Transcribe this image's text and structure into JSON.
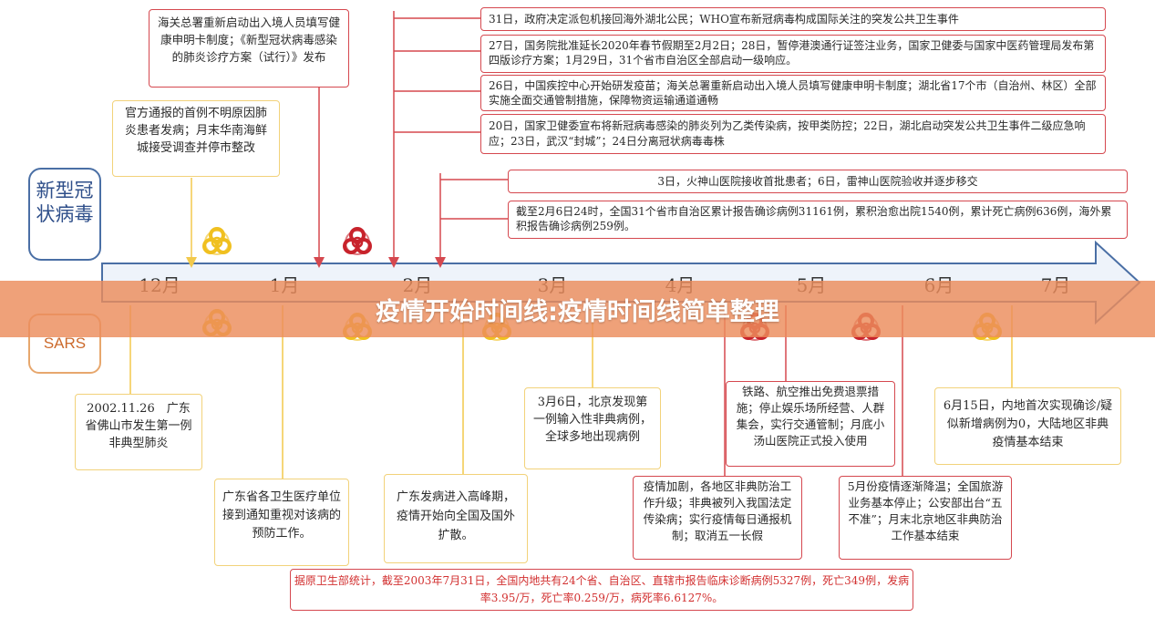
{
  "labels": {
    "new_virus": "新型冠状病毒",
    "sars": "SARS"
  },
  "months": [
    "12月",
    "1月",
    "2月",
    "3月",
    "4月",
    "5月",
    "6月",
    "7月"
  ],
  "title_banner": "疫情开始时间线:疫情时间线简单整理",
  "covid_events": {
    "e_dec_notice": "官方通报的首例不明原因肺炎患者发病；月末华南海鲜城接受调查并停市整改",
    "e_jan_customs": "海关总署重新启动出入境人员填写健康申明卡制度；《新型冠状病毒感染的肺炎诊疗方案（试行）》发布",
    "e_31": "31日，政府决定派包机接回海外湖北公民；WHO宣布新冠病毒构成国际关注的突发公共卫生事件",
    "e_27": "27日，国务院批准延长2020年春节假期至2月2日；28日，暂停港澳通行证签注业务，国家卫健委与国家中医药管理局发布第四版诊疗方案；1月29日，31个省市自治区全部启动一级响应。",
    "e_26": "26日，中国疾控中心开始研发疫苗；海关总署重新启动出入境人员填写健康申明卡制度；湖北省17个市（自治州、林区）全部实施全面交通管制措施，保障物资运输通道通畅",
    "e_20": "20日，国家卫健委宣布将新冠病毒感染的肺炎列为乙类传染病，按甲类防控；22日，湖北启动突发公共卫生事件二级应急响应；23日，武汉“封城”；24日分离冠状病毒毒株",
    "e_feb3": "3日，火神山医院接收首批患者；6日，雷神山医院验收并逐步移交",
    "e_feb6": "截至2月6日24时，全国31个省市自治区累计报告确诊病例31161例，累积治愈出院1540例，累计死亡病例636例，海外累积报告确诊病例259例。"
  },
  "sars_events": {
    "s_first": "2002.11.26　广东省佛山市发生第一例非典型肺炎",
    "s_guangdong": "广东省各卫生医疗单位接到通知重视对该病的预防工作。",
    "s_peak": "广东发病进入高峰期，疫情开始向全国及国外扩散。",
    "s_beijing": "3月6日，北京发现第一例输入性非典病例，全球多地出现病例",
    "s_april": "疫情加剧，各地区非典防治工作升级；非典被列入我国法定传染病；实行疫情每日通报机制；取消五一长假",
    "s_rail": "铁路、航空推出免费退票措施；停止娱乐场所经营、人群集会，实行交通管制；月底小汤山医院正式投入使用",
    "s_may": "5月份疫情逐渐降温；全国旅游业务基本停止；公安部出台“五不准”；月末北京地区非典防治工作基本结束",
    "s_june": "6月15日，内地首次实现确诊/疑似新增病例为0，大陆地区非典疫情基本结束"
  },
  "footer": "据原卫生部统计，截至2003年7月31日，全国内地共有24个省、自治区、直辖市报告临床诊断病例5327例，死亡349例，发病率3.95/万，死亡率0.259/万，病死率6.6127%。",
  "colors": {
    "red": "#d5484f",
    "yellow": "#f2d27a",
    "blue": "#4a6fa5",
    "orange": "#e7a76d",
    "banner": "#ec8c5c"
  },
  "icons": [
    "biohazard-icon"
  ]
}
